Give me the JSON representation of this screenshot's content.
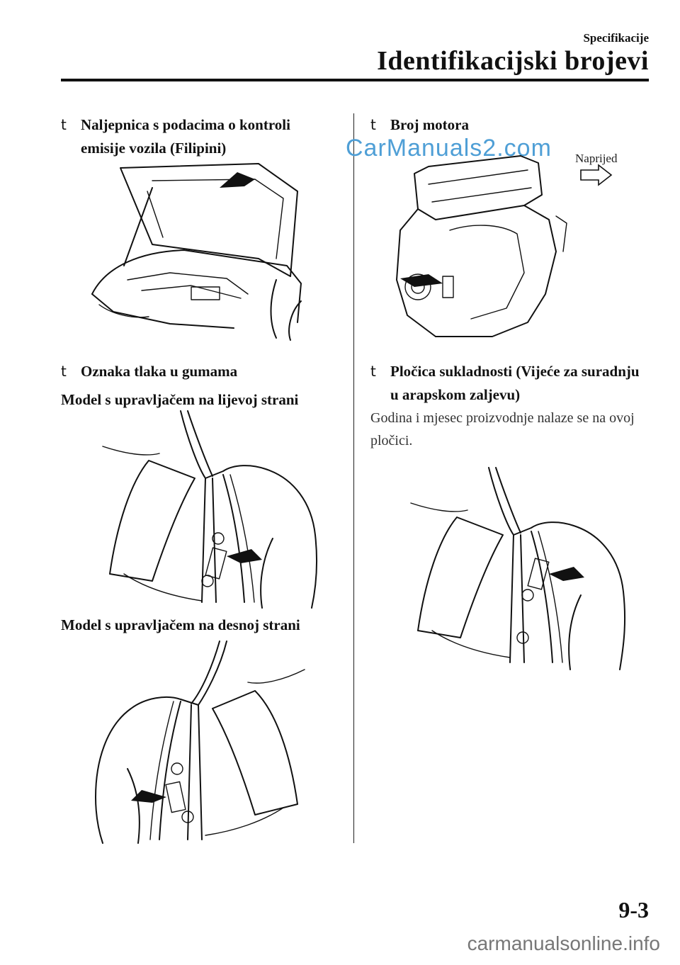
{
  "header": {
    "chapter": "Specifikacije",
    "section_title": "Identifikacijski brojevi"
  },
  "left_column": {
    "emission_label": {
      "bullet": "t",
      "title": "Naljepnica s podacima o kontroli emisije vozila (Filipini)"
    },
    "tire_pressure": {
      "bullet": "t",
      "title": "Oznaka tlaka u gumama",
      "lhd_caption": "Model s upravljačem na lijevoj strani",
      "rhd_caption": "Model s upravljačem na desnoj strani"
    }
  },
  "right_column": {
    "engine_number": {
      "bullet": "t",
      "title": "Broj motora",
      "forward_label": "Naprijed"
    },
    "conformity_plate": {
      "bullet": "t",
      "title": "Pločica sukladnosti (Vijeće za suradnju u arapskom zaljevu)",
      "body": "Godina i mjesec proizvodnje nalaze se na ovoj pločici."
    }
  },
  "footer": {
    "page_number": "9-3",
    "watermark_bottom": "carmanualsonline.info"
  },
  "watermark_top": "CarManuals2.com"
}
